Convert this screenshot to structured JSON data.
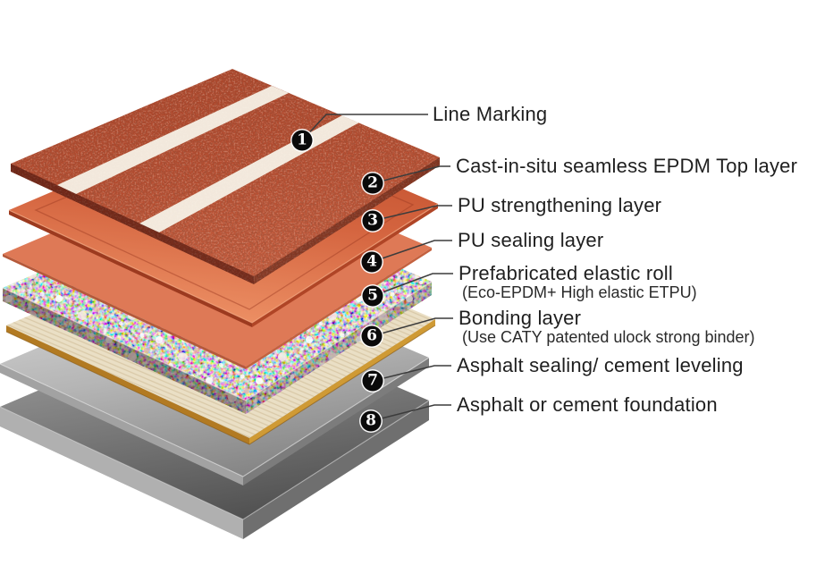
{
  "callouts": [
    {
      "num": "1",
      "label": "Line Marking"
    },
    {
      "num": "2",
      "label": "Cast-in-situ seamless EPDM Top layer"
    },
    {
      "num": "3",
      "label": "PU strengthening layer"
    },
    {
      "num": "4",
      "label": "PU sealing layer"
    },
    {
      "num": "5",
      "label": "Prefabricated elastic roll",
      "sub": "(Eco-EPDM+ High elastic ETPU)"
    },
    {
      "num": "6",
      "label": "Bonding layer",
      "sub": "(Use CATY patented ulock strong binder)"
    },
    {
      "num": "7",
      "label": "Asphalt sealing/ cement leveling"
    },
    {
      "num": "8",
      "label": "Asphalt or cement foundation"
    }
  ],
  "colors": {
    "label_text": "#1f1f1f",
    "sub_label_text": "#2a2a2a",
    "leader_line": "#3c3c3c",
    "badge_background": "#0a0a0a",
    "badge_digit": "#ffffff",
    "epdm_track_red": "#b54b2e",
    "line_marking_white": "#f7f4ea",
    "pu_strengthening_orange": "#d4643f",
    "pu_sealing_salmon": "#de7956",
    "elastic_roll_base": "#6b2314",
    "bonding_cream": "#eadfc5",
    "bonding_gold_edge": "#c08023",
    "asphalt_sealing_gray": "#b5b5b5",
    "foundation_gray": "#7e7e7e"
  }
}
